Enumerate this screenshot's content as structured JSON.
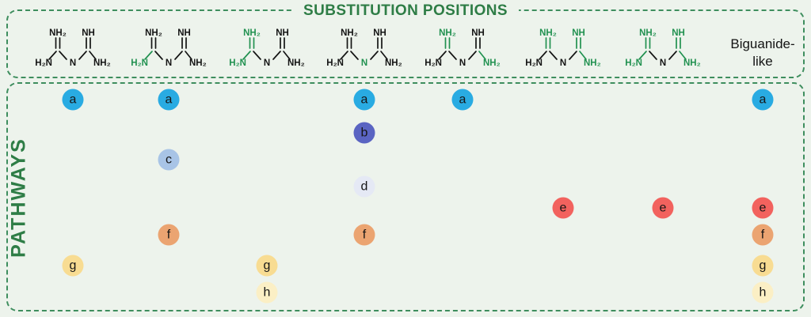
{
  "header": {
    "title": "SUBSTITUTION POSITIONS"
  },
  "biguanide_like": {
    "line1": "Biguanide-",
    "line2": "like"
  },
  "pathways": {
    "label": "PATHWAYS",
    "rows": [
      {
        "letter": "a",
        "color": "#29abe2",
        "columns": [
          1,
          2,
          4,
          5,
          8
        ]
      },
      {
        "letter": "b",
        "color": "#5a64c2",
        "columns": [
          4
        ]
      },
      {
        "letter": "c",
        "color": "#a8c4e6",
        "columns": [
          2
        ]
      },
      {
        "letter": "d",
        "color": "#e5e9f5",
        "columns": [
          4
        ]
      },
      {
        "letter": "e",
        "color": "#f2625e",
        "columns": [
          6,
          7,
          8
        ]
      },
      {
        "letter": "f",
        "color": "#eba471",
        "columns": [
          2,
          4,
          8
        ]
      },
      {
        "letter": "g",
        "color": "#f8dc92",
        "columns": [
          1,
          3,
          8
        ]
      },
      {
        "letter": "h",
        "color": "#fbefc5",
        "columns": [
          3,
          8
        ]
      }
    ]
  },
  "structure_labels": {
    "top_left": "NH₂",
    "top_right": "NH",
    "bottom_left": "H₂N",
    "center": "N",
    "bottom_right": "NH₂"
  },
  "structures": [
    {
      "green": []
    },
    {
      "green": [
        "bottom_left"
      ]
    },
    {
      "green": [
        "top_left",
        "bottom_left"
      ]
    },
    {
      "green": [
        "center"
      ]
    },
    {
      "green": [
        "top_left",
        "bottom_right"
      ]
    },
    {
      "green": [
        "top_left",
        "top_right",
        "bottom_right"
      ]
    },
    {
      "green": [
        "top_left",
        "top_right",
        "bottom_left",
        "bottom_right"
      ]
    }
  ],
  "colors": {
    "background": "#edf3ec",
    "panel_border_green": "#3e8e5e",
    "accent_green": "#2e7d46",
    "highlight_green": "#219150",
    "structure_black": "#141414"
  }
}
